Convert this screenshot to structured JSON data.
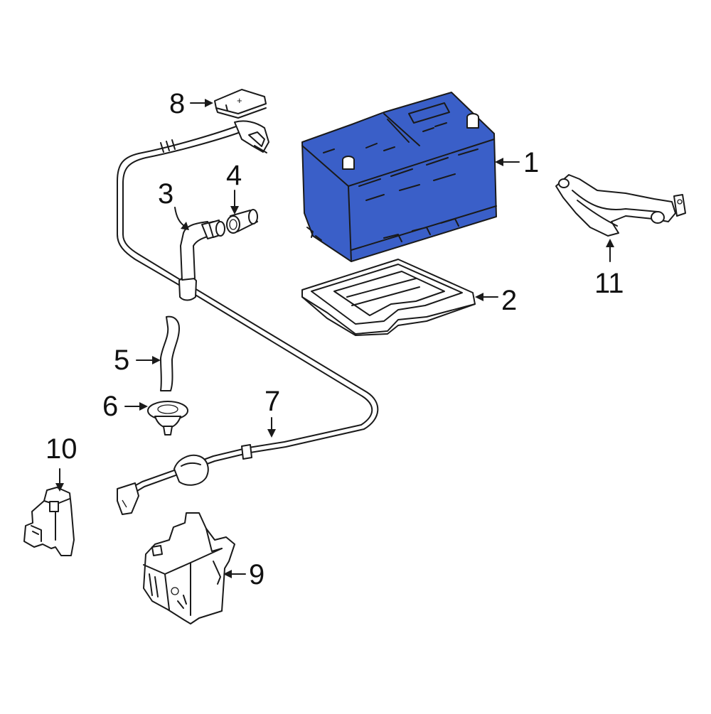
{
  "colors": {
    "highlight": "#3a5fc8",
    "line": "#1a1a1a",
    "background": "#ffffff"
  },
  "callouts": [
    {
      "number": "1",
      "part": "battery",
      "highlighted": true
    },
    {
      "number": "2",
      "part": "battery-tray"
    },
    {
      "number": "3",
      "part": "vent-hose-elbow"
    },
    {
      "number": "4",
      "part": "vent-plug"
    },
    {
      "number": "5",
      "part": "vent-hose"
    },
    {
      "number": "6",
      "part": "grommet"
    },
    {
      "number": "7",
      "part": "ground-cable"
    },
    {
      "number": "8",
      "part": "terminal-cover"
    },
    {
      "number": "9",
      "part": "fuse-box"
    },
    {
      "number": "10",
      "part": "relay"
    },
    {
      "number": "11",
      "part": "hold-down-bracket"
    }
  ],
  "icons": {
    "battery_cover_symbol": "+"
  }
}
